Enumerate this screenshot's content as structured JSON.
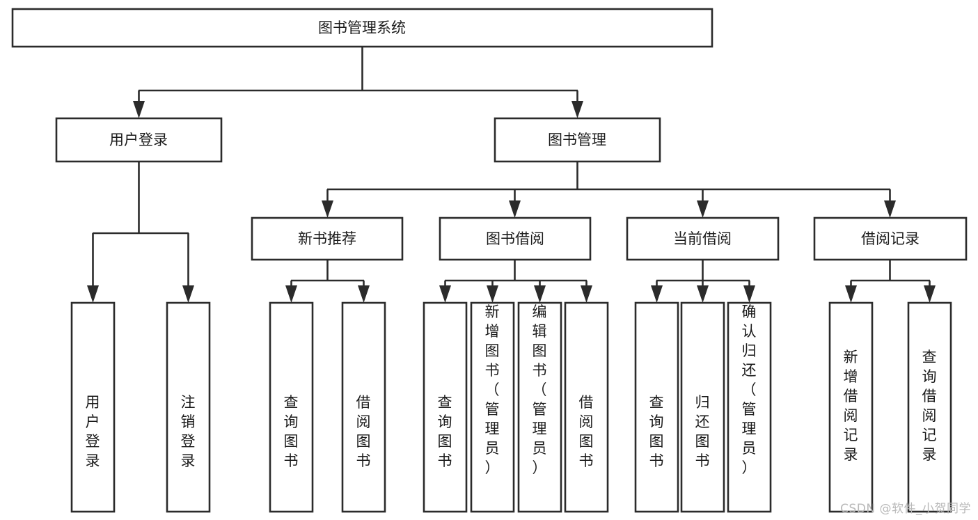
{
  "diagram": {
    "type": "tree-hierarchy",
    "title": "图书管理系统",
    "watermark": "CSDN @软件_小贺同学",
    "colors": {
      "box_stroke": "#2b2b2b",
      "box_fill": "#ffffff",
      "text": "#1b1b1b",
      "background": "#ffffff",
      "watermark": "#b9b9b9"
    },
    "levels": {
      "root": {
        "label": "图书管理系统"
      },
      "level2": [
        {
          "id": "user-login",
          "label": "用户登录"
        },
        {
          "id": "book-management",
          "label": "图书管理"
        }
      ],
      "level3": [
        {
          "id": "new-book-recommend",
          "label": "新书推荐",
          "parent": "book-management"
        },
        {
          "id": "book-borrow",
          "label": "图书借阅",
          "parent": "book-management"
        },
        {
          "id": "current-borrow",
          "label": "当前借阅",
          "parent": "book-management"
        },
        {
          "id": "borrow-record",
          "label": "借阅记录",
          "parent": "book-management"
        }
      ],
      "leaves": [
        {
          "id": "leaf-user-login",
          "label": "用户登录",
          "parent": "user-login"
        },
        {
          "id": "leaf-logout-login",
          "label": "注销登录",
          "parent": "user-login"
        },
        {
          "id": "leaf-query-book-1",
          "label": "查询图书",
          "parent": "new-book-recommend"
        },
        {
          "id": "leaf-borrow-book-1",
          "label": "借阅图书",
          "parent": "new-book-recommend"
        },
        {
          "id": "leaf-query-book-2",
          "label": "查询图书",
          "parent": "book-borrow"
        },
        {
          "id": "leaf-add-book",
          "label": "新增图书（管理员）",
          "parent": "book-borrow"
        },
        {
          "id": "leaf-edit-book",
          "label": "编辑图书（管理员）",
          "parent": "book-borrow"
        },
        {
          "id": "leaf-borrow-book-2",
          "label": "借阅图书",
          "parent": "book-borrow"
        },
        {
          "id": "leaf-query-book-3",
          "label": "查询图书",
          "parent": "current-borrow"
        },
        {
          "id": "leaf-return-book",
          "label": "归还图书",
          "parent": "current-borrow"
        },
        {
          "id": "leaf-confirm-return",
          "label": "确认归还（管理员）",
          "parent": "current-borrow"
        },
        {
          "id": "leaf-add-record",
          "label": "新增借阅记录",
          "parent": "borrow-record"
        },
        {
          "id": "leaf-query-record",
          "label": "查询借阅记录",
          "parent": "borrow-record"
        }
      ]
    }
  }
}
